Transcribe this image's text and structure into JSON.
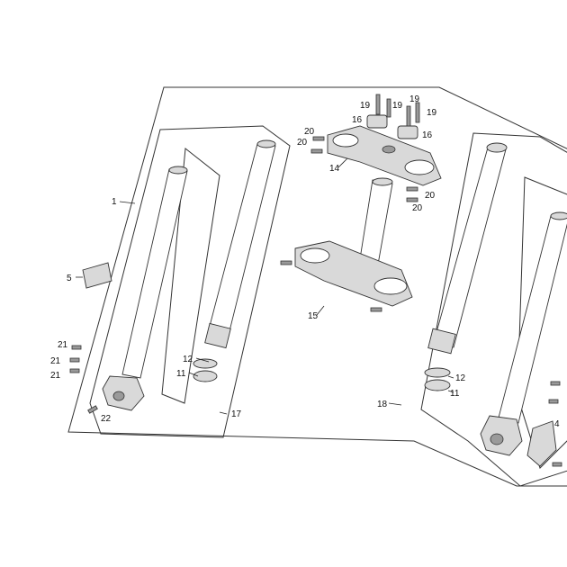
{
  "labels": {
    "l1": "1",
    "l4": "4",
    "l5": "5",
    "l11a": "11",
    "l11b": "11",
    "l12a": "12",
    "l12b": "12",
    "l14": "14",
    "l15": "15",
    "l16a": "16",
    "l16b": "16",
    "l17": "17",
    "l18": "18",
    "l19a": "19",
    "l19b": "19",
    "l19c": "19",
    "l19d": "19",
    "l20a": "20",
    "l20b": "20",
    "l20c": "20",
    "l20d": "20",
    "l21a": "21",
    "l21b": "21",
    "l21c": "21",
    "l22": "22"
  }
}
